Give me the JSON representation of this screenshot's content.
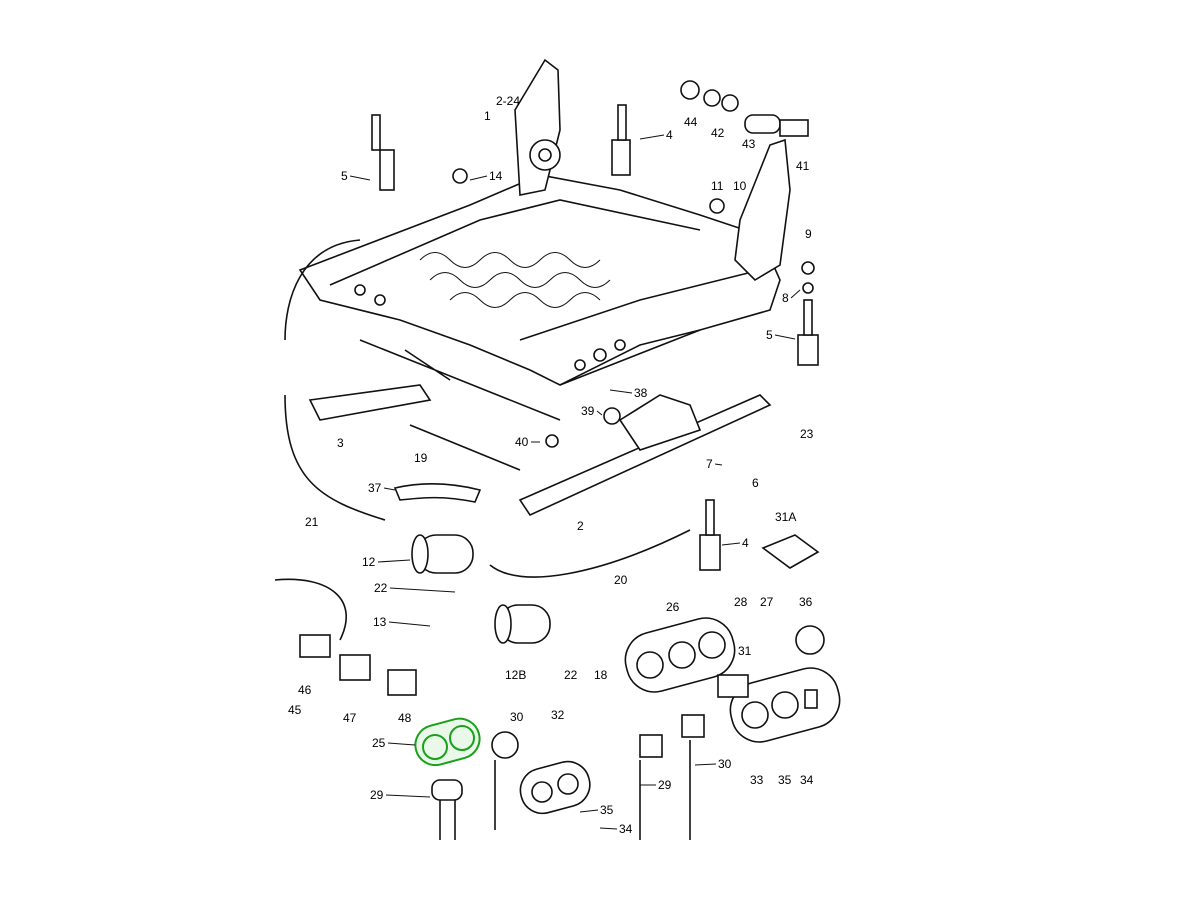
{
  "diagram": {
    "title": "Power seat frame parts diagram",
    "highlight_color": "#1aa01a",
    "highlighted_part": "25",
    "labels": [
      "2-24",
      "1",
      "4",
      "44",
      "42",
      "43",
      "41",
      "5",
      "14",
      "11",
      "10",
      "9",
      "8",
      "5",
      "38",
      "39",
      "40",
      "3",
      "23",
      "7",
      "6",
      "19",
      "37",
      "2",
      "21",
      "31A",
      "4",
      "12",
      "22",
      "20",
      "13",
      "26",
      "28",
      "27",
      "36",
      "31",
      "46",
      "45",
      "47",
      "48",
      "12B",
      "22",
      "18",
      "30",
      "32",
      "25",
      "29",
      "29",
      "30",
      "33",
      "35",
      "34",
      "35",
      "34"
    ]
  }
}
